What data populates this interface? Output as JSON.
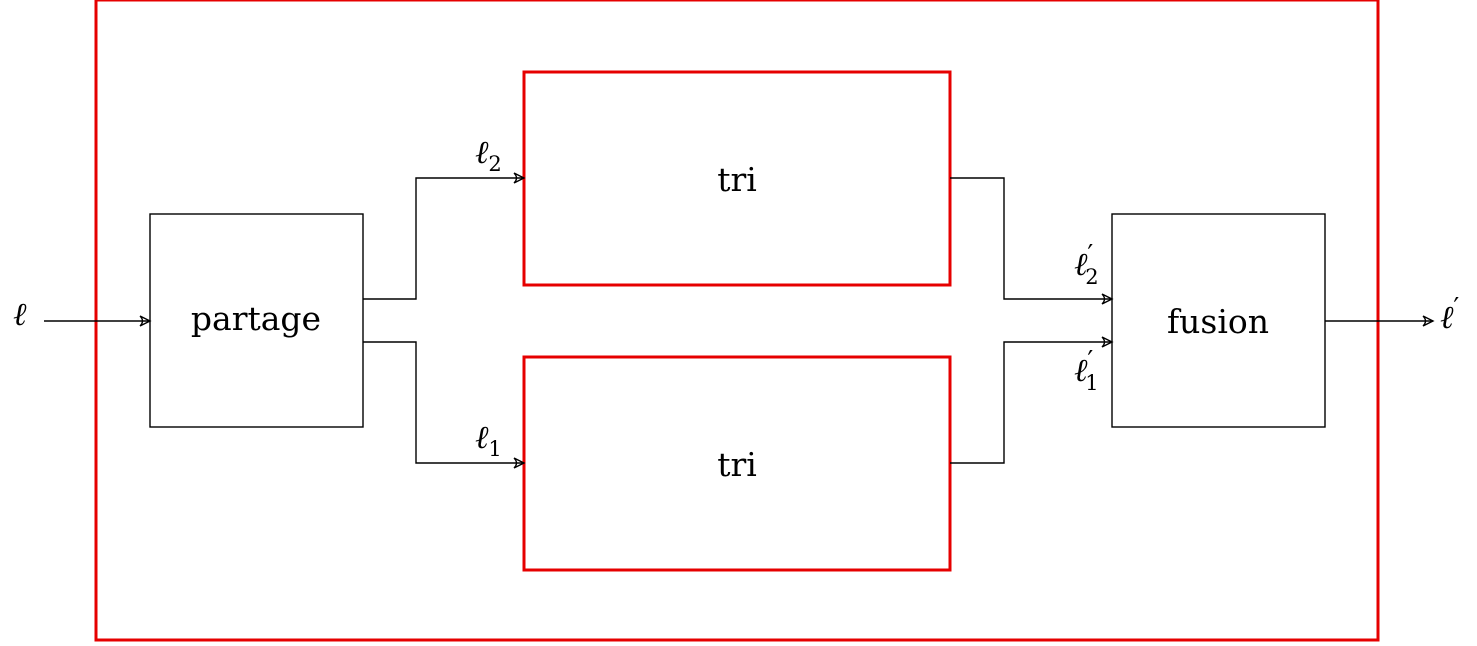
{
  "colors": {
    "outer_frame": "#e60000",
    "inner_frame": "#e60000",
    "line": "#000000",
    "background": "#ffffff"
  },
  "boxes": {
    "partage": "partage",
    "tri_top": "tri",
    "tri_bottom": "tri",
    "fusion": "fusion"
  },
  "labels": {
    "input": {
      "base": "ℓ"
    },
    "output": {
      "base": "ℓ",
      "prime": "′"
    },
    "l2": {
      "base": "ℓ",
      "sub": "2"
    },
    "l1": {
      "base": "ℓ",
      "sub": "1"
    },
    "l2p": {
      "base": "ℓ",
      "prime": "′",
      "sub": "2"
    },
    "l1p": {
      "base": "ℓ",
      "prime": "′",
      "sub": "1"
    }
  }
}
